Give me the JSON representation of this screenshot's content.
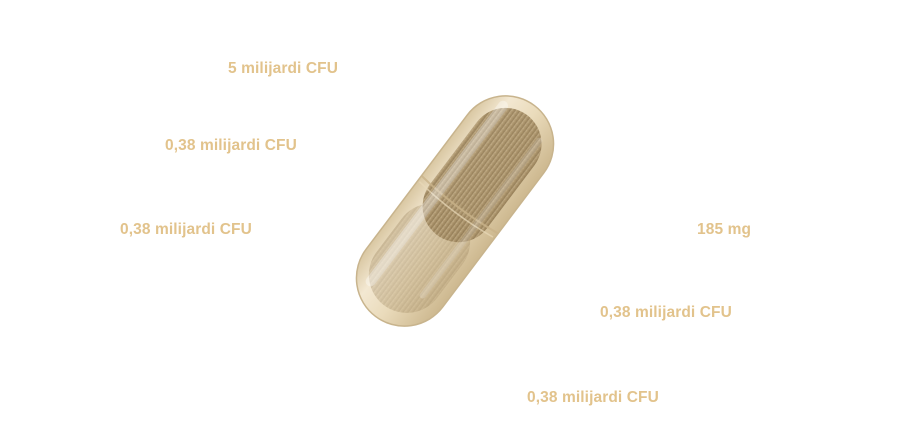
{
  "labels": {
    "strain_1": "5 milijardi CFU",
    "strain_2": "0,38 milijardi CFU",
    "strain_3": "0,38 milijardi CFU",
    "ingredient_mg": "185 mg",
    "strain_4": "0,38 milijardi CFU",
    "strain_5": "0,38 milijardi CFU"
  },
  "colors": {
    "label_text": "#e2c38c",
    "capsule_shell": "#efe3c8",
    "capsule_powder": "#a68e66",
    "background": "#ffffff"
  },
  "icons": {
    "capsule": "probiotic-capsule-image"
  }
}
